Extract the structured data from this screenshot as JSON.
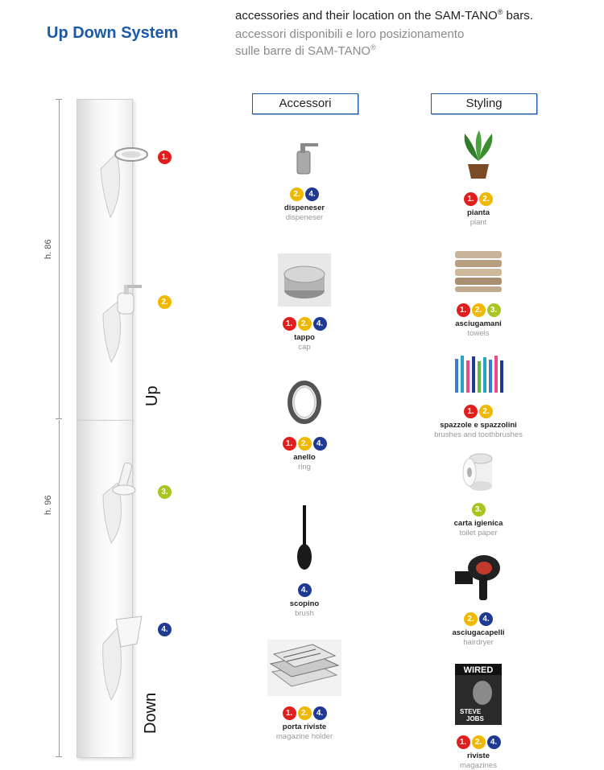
{
  "header": {
    "brand": "Up Down System",
    "intro_en_a": "accessories and their location on the SAM-TANO",
    "intro_en_reg": "®",
    "intro_en_b": " bars.",
    "intro_it_1": "accessori disponibili e loro posizionamento",
    "intro_it_2a": "sulle barre di SAM-TANO",
    "intro_it_2reg": "®"
  },
  "dimensions": {
    "upper": "h. 86",
    "lower": "h. 96"
  },
  "sections": {
    "up": "Up",
    "down": "Down"
  },
  "bar_positions": [
    {
      "num": "1.",
      "color": "#e01e1e"
    },
    {
      "num": "2.",
      "color": "#f0b800"
    },
    {
      "num": "3.",
      "color": "#a9c521"
    },
    {
      "num": "4.",
      "color": "#1f3a93"
    }
  ],
  "columns": {
    "accessories": "Accessori",
    "styling": "Styling"
  },
  "accessories": [
    {
      "name": "dispeneser",
      "trans": "dispeneser",
      "icon": "soap-dispenser-icon",
      "positions": [
        "2.",
        "4."
      ]
    },
    {
      "name": "tappo",
      "trans": "cap",
      "icon": "cap-icon",
      "positions": [
        "1.",
        "2.",
        "4."
      ]
    },
    {
      "name": "anello",
      "trans": "ring",
      "icon": "ring-icon",
      "positions": [
        "1.",
        "2.",
        "4."
      ]
    },
    {
      "name": "scopino",
      "trans": "brush",
      "icon": "toilet-brush-icon",
      "positions": [
        "4."
      ]
    },
    {
      "name": "porta riviste",
      "trans": "magazine holder",
      "icon": "magazine-stack-icon",
      "positions": [
        "1.",
        "2.",
        "4."
      ]
    }
  ],
  "styling": [
    {
      "name": "pianta",
      "trans": "plant",
      "icon": "plant-icon",
      "positions": [
        "1.",
        "2."
      ]
    },
    {
      "name": "asciugamani",
      "trans": "towels",
      "icon": "towels-icon",
      "positions": [
        "1.",
        "2.",
        "3."
      ]
    },
    {
      "name": "spazzole e spazzolini",
      "trans": "brushes and toothbrushes",
      "icon": "toothbrushes-icon",
      "positions": [
        "1.",
        "2."
      ]
    },
    {
      "name": "carta igienica",
      "trans": "toilet paper",
      "icon": "toilet-paper-icon",
      "positions": [
        "3."
      ]
    },
    {
      "name": "asciugacapelli",
      "trans": "hairdryer",
      "icon": "hairdryer-icon",
      "positions": [
        "2.",
        "4."
      ]
    },
    {
      "name": "riviste",
      "trans": "magazines",
      "icon": "magazine-cover-icon",
      "positions": [
        "1.",
        "2.",
        "4."
      ],
      "cover_text": [
        "WIRED",
        "STEVE",
        "JOBS"
      ]
    }
  ]
}
